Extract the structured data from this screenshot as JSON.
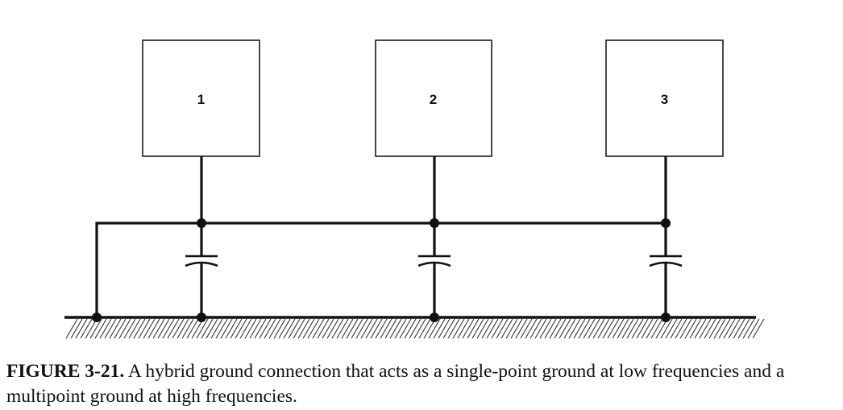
{
  "figure": {
    "boxes": [
      {
        "label": "1"
      },
      {
        "label": "2"
      },
      {
        "label": "3"
      }
    ],
    "caption_number": "FIGURE 3-21.",
    "caption_text": " A hybrid ground connection that acts as a single-point ground at low frequencies and a multipoint ground at high frequencies."
  }
}
